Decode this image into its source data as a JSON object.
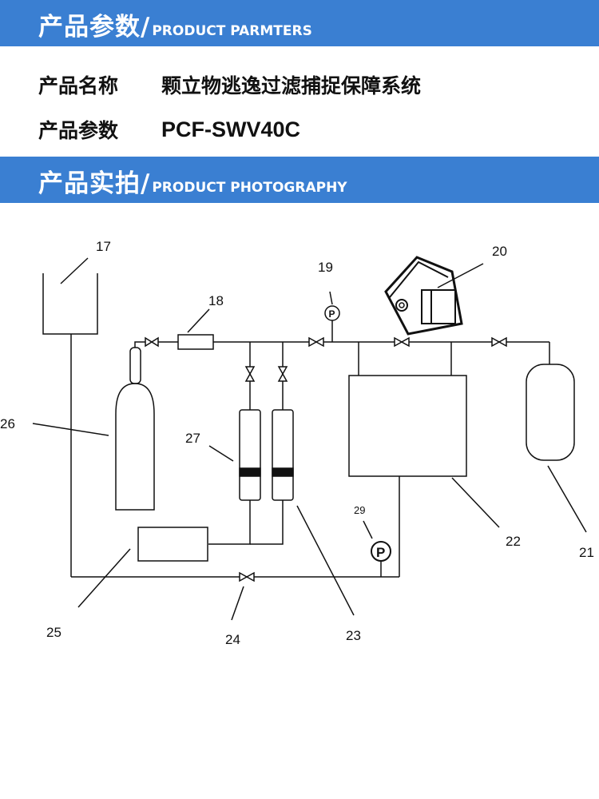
{
  "section_params": {
    "title_cn": "产品参数/",
    "title_en": "PRODUCT PARMTERS"
  },
  "product_name": {
    "label": "产品名称",
    "value": "颗立物逃逸过滤捕捉保障系统"
  },
  "product_model": {
    "label": "产品参数",
    "value": "PCF-SWV40C"
  },
  "section_photo": {
    "title_cn": "产品实拍/",
    "title_en": "PRODUCT PHOTOGRAPHY"
  },
  "diagram": {
    "labels": {
      "n17": "17",
      "n18": "18",
      "n19": "19",
      "n20": "20",
      "n21": "21",
      "n22": "22",
      "n23": "23",
      "n24": "24",
      "n25": "25",
      "n26": "26",
      "n27": "27",
      "n29": "29"
    },
    "gauge_symbol": "P"
  }
}
